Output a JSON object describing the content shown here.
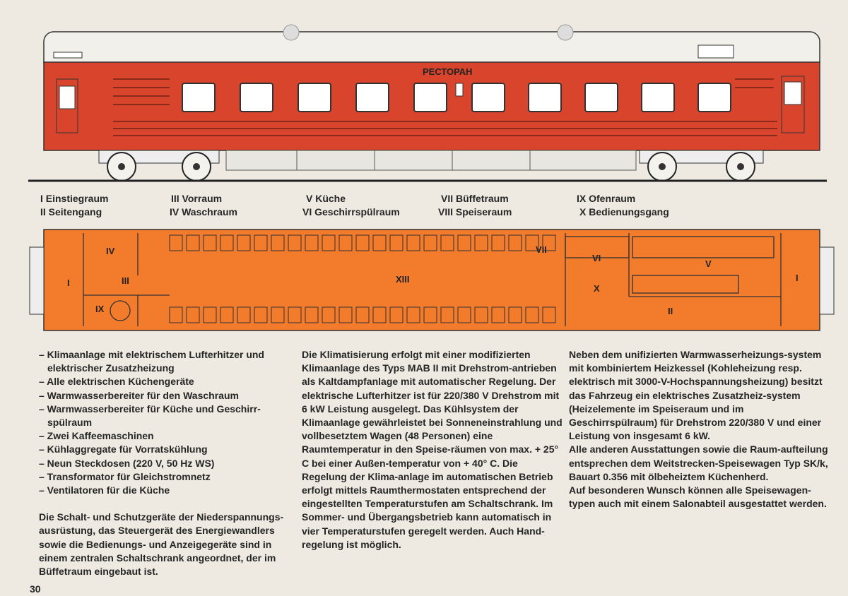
{
  "side_view": {
    "car_lettering": "РЕСТОРАН"
  },
  "legend": [
    "I Einstiegraum",
    "II Seitengang",
    "III Vorraum",
    "IV Waschraum",
    "V Küche",
    "VI Geschirrspülraum",
    "VII Büffetraum",
    "VIII Speiseraum",
    "IX Ofenraum",
    "X Bedienungsgang"
  ],
  "plan_labels": {
    "I": "I",
    "II": "II",
    "III": "III",
    "IV": "IV",
    "V": "V",
    "VI": "VI",
    "VII": "VII",
    "IX": "IX",
    "X": "X",
    "XIII": "XIII"
  },
  "col1": {
    "bullets": [
      "– Klimaanlage mit elektrischem Lufterhitzer und elektrischer Zusatzheizung",
      "– Alle elektrischen Küchengeräte",
      "– Warmwasserbereiter für den Waschraum",
      "– Warmwasserbereiter für Küche und Geschirr-spülraum",
      "– Zwei Kaffeemaschinen",
      "– Kühlaggregate für Vorratskühlung",
      "– Neun Steckdosen (220 V, 50 Hz WS)",
      "– Transformator für Gleichstromnetz",
      "– Ventilatoren für die Küche"
    ],
    "paragraph": "Die Schalt- und Schutzgeräte der Niederspannungs-ausrüstung, das Steuergerät des Energiewandlers sowie die Bedienungs- und Anzeigegeräte sind in einem zentralen Schaltschrank angeordnet, der im Büffetraum eingebaut ist."
  },
  "col2": {
    "paragraph": "Die Klimatisierung erfolgt mit einer modifizierten Klimaanlage des Typs MAB II mit Drehstrom-antrieben als Kaltdampfanlage mit automatischer Regelung. Der elektrische Lufterhitzer ist für 220/380 V Drehstrom mit 6 kW Leistung ausgelegt. Das Kühlsystem der Klimaanlage gewährleistet bei Sonneneinstrahlung und vollbesetztem Wagen (48 Personen) eine Raumtemperatur in den Speise-räumen von max. + 25° C bei einer Außen-temperatur von + 40° C. Die Regelung der Klima-anlage im automatischen Betrieb erfolgt mittels Raumthermostaten entsprechend der eingestellten Temperaturstufen am Schaltschrank. Im Sommer- und Übergangsbetrieb kann automatisch in vier Temperaturstufen geregelt werden. Auch Hand-regelung ist möglich."
  },
  "col3": {
    "paragraphs": [
      "Neben dem unifizierten Warmwasserheizungs-system mit kombiniertem Heizkessel (Kohleheizung resp. elektrisch mit 3000-V-Hochspannungsheizung) besitzt das Fahrzeug ein elektrisches Zusatzheiz-system (Heizelemente im Speiseraum und im Geschirrspülraum) für Drehstrom 220/380 V und einer Leistung von insgesamt 6 kW.",
      "Alle anderen Ausstattungen sowie die Raum-aufteilung entsprechen dem Weitstrecken-Speisewagen Typ SK/k, Bauart 0.356 mit ölbeheiztem Küchenherd.",
      "Auf besonderen Wunsch können alle Speisewagen-typen auch mit einem Salonabteil ausgestattet werden."
    ]
  },
  "page_number": "30",
  "colors": {
    "car_red": "#d8452c",
    "plan_orange": "#f27b2c",
    "paper": "#eeeae2"
  }
}
